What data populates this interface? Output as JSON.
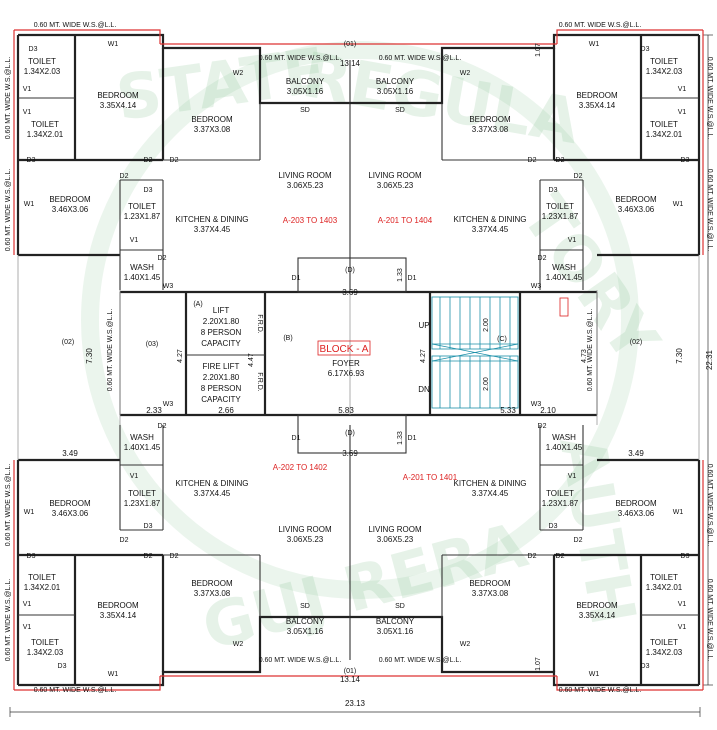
{
  "watermark": {
    "text": "STATE REGULATORY AUTHORITY GUJ RERA"
  },
  "block_label": "BLOCK - A",
  "foyer": {
    "name": "FOYER",
    "size": "6.17X6.93"
  },
  "lift": {
    "tag": "(A)",
    "name": "LIFT",
    "size": "2.20X1.80",
    "cap1": "8 PERSON",
    "cap2": "CAPACITY"
  },
  "fire_lift": {
    "name": "FIRE LIFT",
    "size": "2.20X1.80",
    "cap1": "8 PERSON",
    "cap2": "CAPACITY"
  },
  "frd": "F.R.D.",
  "stairs": {
    "up": "UP",
    "dn": "DN",
    "tag": "(C)",
    "d1": "2.00",
    "d2": "2.00",
    "d3": "4.27",
    "d4": "4.73"
  },
  "tags": {
    "b": "(B)",
    "d": "(D)",
    "d01": "(01)",
    "d02": "(02)",
    "d03": "(03)"
  },
  "units": {
    "top_left": "A-203 TO 1403",
    "top_right": "A-201 TO 1404",
    "bottom_left": "A-202 TO 1402",
    "bottom_right": "A-201 TO 1401"
  },
  "rooms": {
    "toilet1": {
      "name": "TOILET",
      "size": "1.34X2.03"
    },
    "toilet2": {
      "name": "TOILET",
      "size": "1.34X2.01"
    },
    "bed_main": {
      "name": "BEDROOM",
      "size": "3.35X4.14"
    },
    "bed_2": {
      "name": "BEDROOM",
      "size": "3.37X3.08"
    },
    "bed_3": {
      "name": "BEDROOM",
      "size": "3.46X3.06"
    },
    "toilet3": {
      "name": "TOILET",
      "size": "1.23X1.87"
    },
    "balcony": {
      "name": "BALCONY",
      "size": "3.05X1.16"
    },
    "living": {
      "name": "LIVING ROOM",
      "size": "3.06X5.23"
    },
    "kitchen": {
      "name": "KITCHEN & DINING",
      "size": "3.37X4.45"
    },
    "wash": {
      "name": "WASH",
      "size": "1.40X1.45"
    }
  },
  "doors": {
    "d1": "D1",
    "d2": "D2",
    "d3": "D3",
    "w1": "W1",
    "w2": "W2",
    "w3": "W3",
    "v1": "V1",
    "sd": "SD"
  },
  "ws_label": "0.60 MT. WIDE W.S.@L.L.",
  "dims": {
    "total_width": "23.13",
    "total_height": "22.31",
    "top_span": "13.14",
    "bottom_span": "13.14",
    "side_730": "7.30",
    "corridor_369": "3.69",
    "dim_133": "1.33",
    "dim_107": "1.07",
    "dim_427": "4.27",
    "dim_447": "4.47",
    "dim_233": "2.33",
    "dim_266": "2.66",
    "dim_583": "5.83",
    "dim_533": "5.33",
    "dim_210": "2.10",
    "dim_349": "3.49"
  }
}
